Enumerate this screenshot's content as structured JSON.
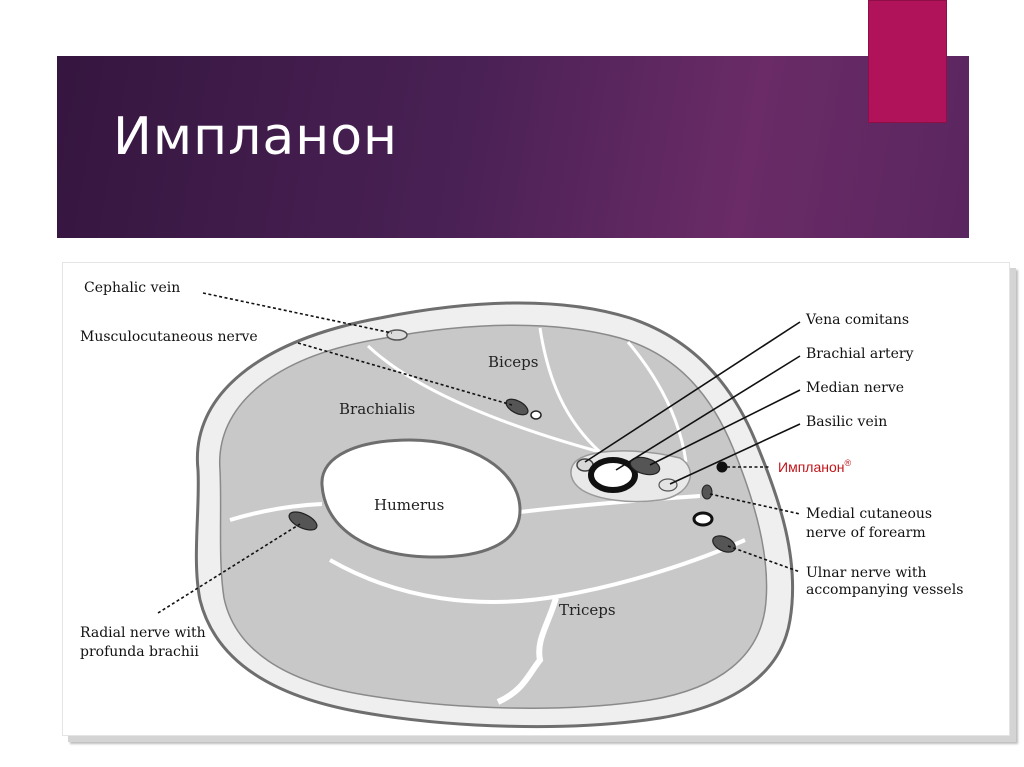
{
  "slide": {
    "title": "Импланон",
    "colors": {
      "title_band": "#4a2155",
      "accent_box": "#b0135a",
      "implant_label": "#c0151a",
      "muscle_fill": "#c8c8c8",
      "bone_fill": "#ffffff"
    }
  },
  "diagram": {
    "structures": {
      "biceps": "Biceps",
      "brachialis": "Brachialis",
      "humerus": "Humerus",
      "triceps": "Triceps"
    },
    "labels": {
      "cephalic_vein": "Cephalic vein",
      "musculocutaneous_nerve": "Musculocutaneous nerve",
      "radial_nerve_line1": "Radial nerve with",
      "radial_nerve_line2": "profunda brachii",
      "vena_comitans": "Vena comitans",
      "brachial_artery": "Brachial artery",
      "median_nerve": "Median nerve",
      "basilic_vein": "Basilic vein",
      "implanon": "Импланон",
      "implanon_mark": "®",
      "medial_cutaneous_line1": "Medial cutaneous",
      "medial_cutaneous_line2": "nerve of forearm",
      "ulnar_nerve_line1": "Ulnar nerve with",
      "ulnar_nerve_line2": "accompanying vessels"
    }
  }
}
